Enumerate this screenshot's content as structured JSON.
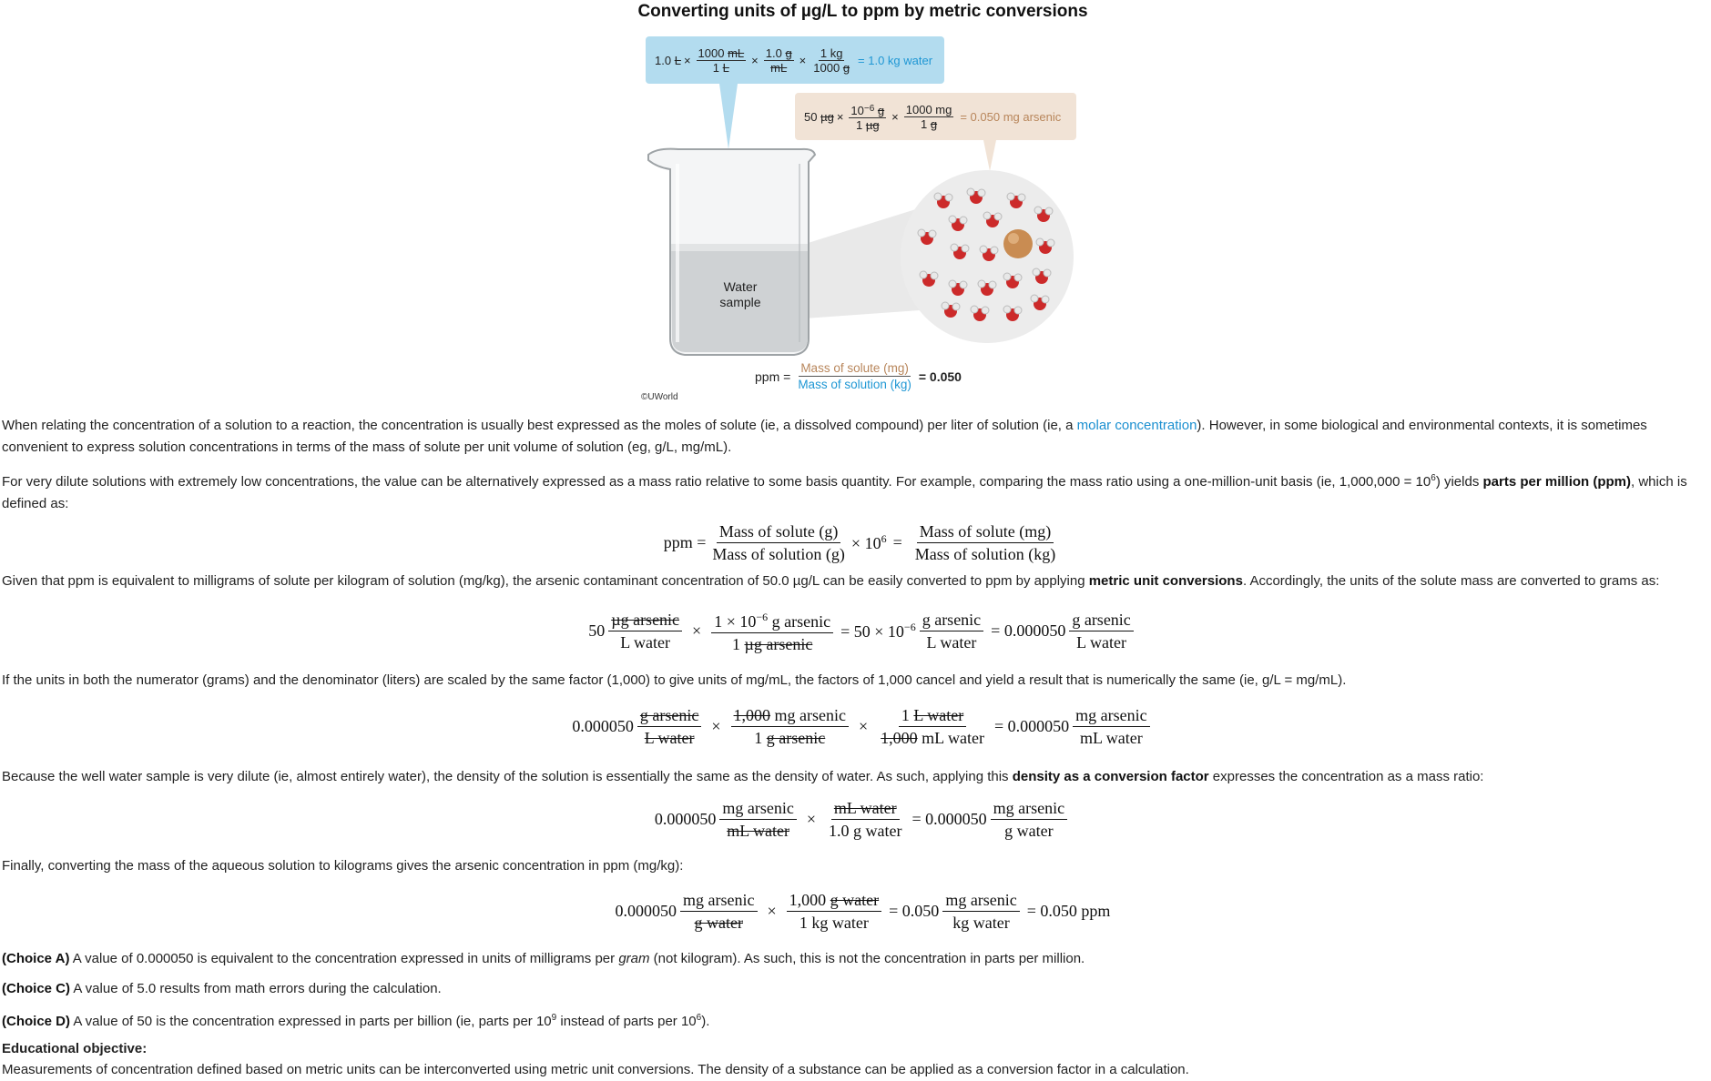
{
  "figure": {
    "title": "Converting units of µg/L to ppm by metric conversions",
    "blue_callout": {
      "lead": "1.0",
      "lead_unit": "L",
      "f1_num": "1000",
      "f1_num_unit": "mL",
      "f1_den": "1",
      "f1_den_unit": "L",
      "f2_num": "1.0",
      "f2_num_unit": "g",
      "f2_den_unit": "mL",
      "f3_num": "1 kg",
      "f3_den": "1000",
      "f3_den_unit": "g",
      "result": "= 1.0 kg water"
    },
    "tan_callout": {
      "lead": "50",
      "lead_unit": "µg",
      "f1_num_base": "10",
      "f1_num_exp": "−6",
      "f1_num_unit": "g",
      "f1_den": "1",
      "f1_den_unit": "µg",
      "f2_num": "1000 mg",
      "f2_den": "1",
      "f2_den_unit": "g",
      "result": "= 0.050 mg arsenic"
    },
    "beaker_label_line1": "Water",
    "beaker_label_line2": "sample",
    "ppm_formula": {
      "lhs": "ppm =",
      "numerator": "Mass of solute (mg)",
      "denominator": "Mass of solution (kg)",
      "result": "= 0.050"
    },
    "credit": "©UWorld",
    "colors": {
      "blue": "#1f97d4",
      "tan": "#b8865b",
      "blue_bg": "#b3dcef",
      "tan_bg": "#f1e3d6"
    }
  },
  "text": {
    "p1a": "When relating the concentration of a solution to a reaction, the concentration is usually best expressed as the moles of solute (ie, a dissolved compound) per liter of solution (ie, a ",
    "p1_link": "molar concentration",
    "p1b": ").  However, in some biological and environmental contexts, it is sometimes convenient to express solution concentrations in terms of the mass of solute per unit volume of solution (eg, g/L, mg/mL).",
    "p2a": "For very dilute solutions with extremely low concentrations, the value can be alternatively expressed as a mass ratio relative to some basis quantity.  For example, comparing the mass ratio using a one-million-unit basis (ie, 1,000,000 = 10",
    "p2_exp": "6",
    "p2b": ") yields ",
    "p2_bold": "parts per million (ppm)",
    "p2c": ", which is defined as:",
    "p3a": "Given that ppm is equivalent to milligrams of solute per kilogram of solution (mg/kg), the arsenic contaminant concentration of 50.0 µg/L can be easily converted to ppm by applying ",
    "p3_bold": "metric unit conversions",
    "p3b": ".  Accordingly, the units of the solute mass are converted to grams as:",
    "p4": "If the units in both the numerator (grams) and the denominator (liters) are scaled by the same factor (1,000) to give units of mg/mL, the factors of 1,000 cancel and yield a result that is numerically the same (ie, g/L = mg/mL).",
    "p5a": "Because the well water sample is very dilute (ie, almost entirely water), the density of the solution is essentially the same as the density of water.  As such, applying this ",
    "p5_bold": "density as a conversion factor",
    "p5b": " expresses the concentration as a mass ratio:",
    "p6": "Finally, converting the mass of the aqueous solution to kilograms gives the arsenic concentration in ppm (mg/kg):",
    "choiceA_label": "(Choice A)",
    "choiceA_a": "  A value of 0.000050 is equivalent to the concentration expressed in units of milligrams per ",
    "choiceA_em": "gram",
    "choiceA_b": " (not kilogram).  As such, this is not the concentration in parts per million.",
    "choiceC_label": "(Choice C)",
    "choiceC": "  A value of 5.0 results from math errors during the calculation.",
    "choiceD_label": "(Choice D)",
    "choiceD_a": "  A value of 50 is the concentration expressed in parts per billion (ie, parts per 10",
    "choiceD_exp1": "9",
    "choiceD_b": " instead of parts per 10",
    "choiceD_exp2": "6",
    "choiceD_c": ").",
    "objective_title": "Educational objective:",
    "objective": "Measurements of concentration defined based on metric units can be interconverted using metric unit conversions.  The density of a substance can be applied as a conversion factor in a calculation."
  },
  "equations": {
    "eq1": {
      "lhs": "ppm =",
      "f1_num": "Mass of solute (g)",
      "f1_den": "Mass of solution (g)",
      "times": "× 10",
      "exp": "6",
      "eq": "=",
      "f2_num": "Mass of solute (mg)",
      "f2_den": "Mass of solution (kg)"
    },
    "eq2": {
      "lead": "50",
      "f1_num": "µg arsenic",
      "f1_den": "L water",
      "times": "×",
      "f2_num_a": "1 × 10",
      "f2_num_exp": "−6",
      "f2_num_b": " g arsenic",
      "f2_den_a": "1 ",
      "f2_den_b": "µg arsenic",
      "eq1": "= 50 × 10",
      "eq1_exp": "−6",
      "f3_num": "g arsenic",
      "f3_den": "L water",
      "eq2": "= 0.000050",
      "f4_num": "g arsenic",
      "f4_den": "L water"
    },
    "eq3": {
      "lead": "0.000050",
      "f1_num": "g arsenic",
      "f1_den": "L water",
      "times": "×",
      "f2_num_a": "1,000",
      "f2_num_b": " mg arsenic",
      "f2_den_a": "1 ",
      "f2_den_b": "g arsenic",
      "f3_num_a": "1 ",
      "f3_num_b": "L water",
      "f3_den_a": "1,000",
      "f3_den_b": " mL water",
      "eq": "= 0.000050",
      "f4_num": "mg arsenic",
      "f4_den": "mL water"
    },
    "eq4": {
      "lead": "0.000050",
      "f1_num": "mg arsenic",
      "f1_den": "mL water",
      "times": "×",
      "f2_num": "mL water",
      "f2_den": "1.0 g water",
      "eq": "= 0.000050",
      "f3_num": "mg arsenic",
      "f3_den": "g water"
    },
    "eq5": {
      "lead": "0.000050",
      "f1_num": "mg arsenic",
      "f1_den": "g water",
      "times": "×",
      "f2_num_a": "1,000 ",
      "f2_num_b": "g water",
      "f2_den": "1 kg water",
      "eq1": "= 0.050",
      "f3_num": "mg arsenic",
      "f3_den": "kg water",
      "eq2": "= 0.050 ppm"
    }
  }
}
